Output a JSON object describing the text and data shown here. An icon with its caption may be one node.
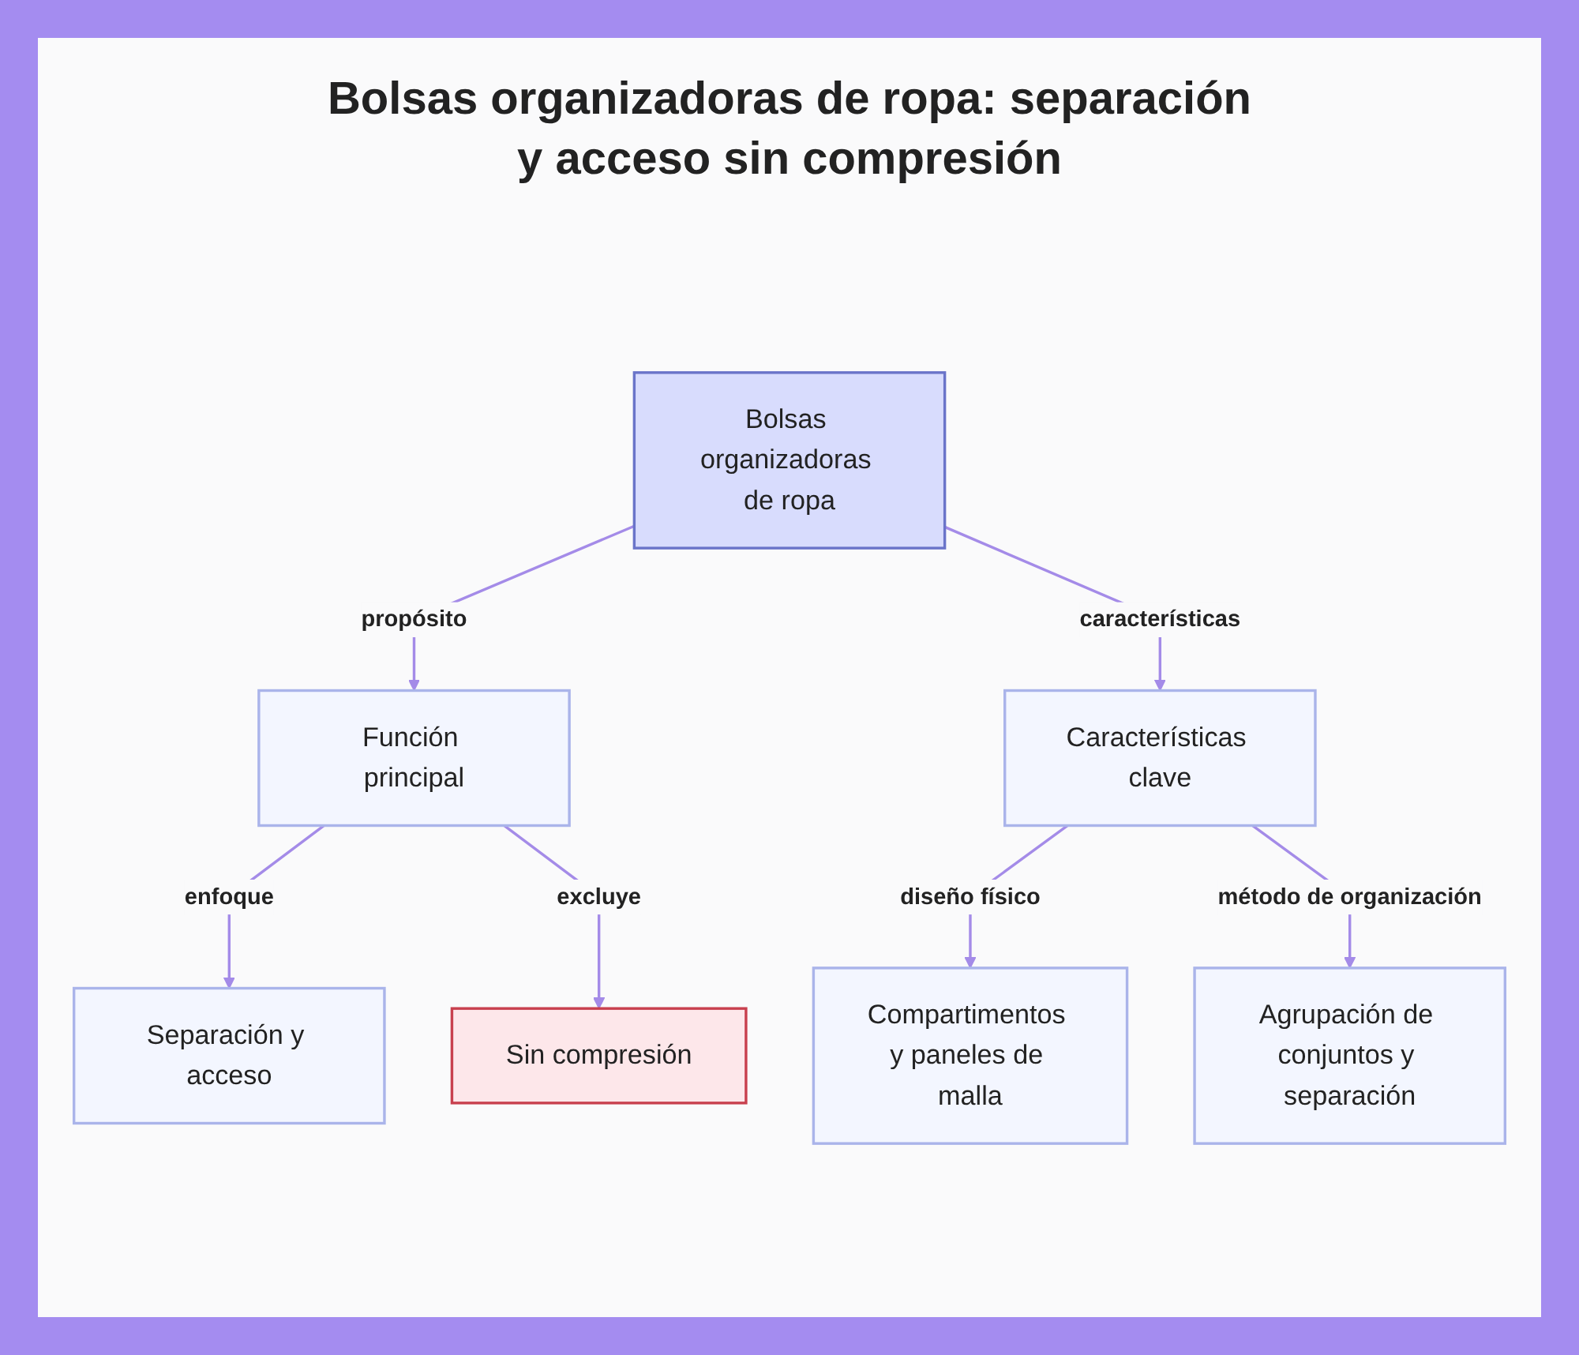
{
  "diagram": {
    "title": "Bolsas organizadoras de ropa: separación y acceso sin compresión",
    "nodes": [
      {
        "text": [
          "Bolsas organizadoras de ropa"
        ]
      },
      {
        "text": [
          "Función principal"
        ]
      },
      {
        "text": [
          "Características clave"
        ]
      },
      {
        "text": [
          "Separación y acceso"
        ]
      },
      {
        "text": [
          "Sin compresión"
        ]
      },
      {
        "text": [
          "Compartimentos y paneles de malla"
        ]
      },
      {
        "text": [
          "Agrupación de conjuntos y separación"
        ]
      }
    ],
    "edges": [
      {
        "from": 0,
        "to": 1,
        "arrow": "to",
        "label": "propósito"
      },
      {
        "from": 0,
        "to": 2,
        "arrow": "to",
        "label": "características"
      },
      {
        "from": 1,
        "to": 3,
        "arrow": "to",
        "label": "enfoque"
      },
      {
        "from": 1,
        "to": 4,
        "arrow": "to",
        "label": "excluye"
      },
      {
        "from": 2,
        "to": 5,
        "arrow": "to",
        "label": "diseño físico"
      },
      {
        "from": 2,
        "to": 6,
        "arrow": "to",
        "label": "método de organización"
      }
    ]
  }
}
